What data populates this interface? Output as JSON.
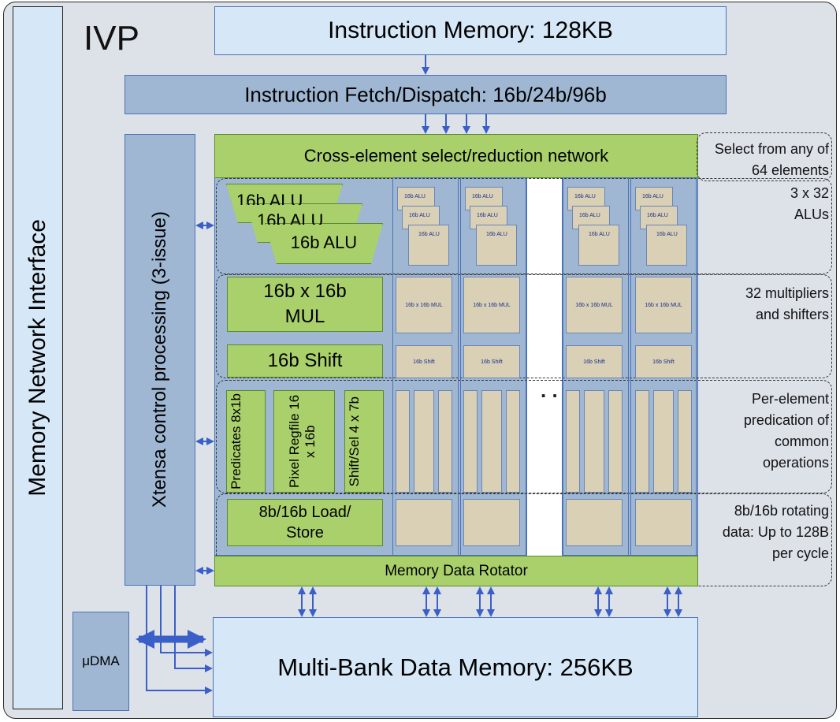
{
  "title": "IVP",
  "blocks": {
    "memory_network_interface": "Memory Network Interface",
    "instruction_memory": "Instruction Memory: 128KB",
    "instruction_fetch": "Instruction Fetch/Dispatch: 16b/24b/96b",
    "xtensa_control": "Xtensa control processing (3-issue)",
    "cross_element": "Cross-element select/reduction network",
    "alu": "16b ALU",
    "mul": "16b x 16b MUL",
    "shift": "16b Shift",
    "predicates": "Predicates 8x1b",
    "pixel_regfile": "Pixel Regfile 16 x 16b",
    "shift_sel": "Shift/Sel 4 x 7b",
    "load_store": "8b/16b Load/ Store",
    "memory_data_rotator": "Memory Data Rotator",
    "udma": "μDMA",
    "data_memory": "Multi-Bank Data Memory: 256KB",
    "ellipsis": ". ."
  },
  "mini_labels": {
    "alu": "16b ALU",
    "mul": "16b x 16b MUL",
    "shift": "16b Shift"
  },
  "notes": {
    "select": "Select from any of 64 elements",
    "alus": "3 x 32 ALUs",
    "multipliers": "32 multipliers and shifters",
    "predication": "Per-element predication of common operations",
    "rotating": "8b/16b rotating data: Up to 128B per cycle"
  },
  "colors": {
    "light_blue": "#d6e8f8",
    "mid_blue": "#9fb7d2",
    "green": "#a9d06b",
    "tan": "#d9d0b6",
    "arrow": "#3a5fc8"
  }
}
